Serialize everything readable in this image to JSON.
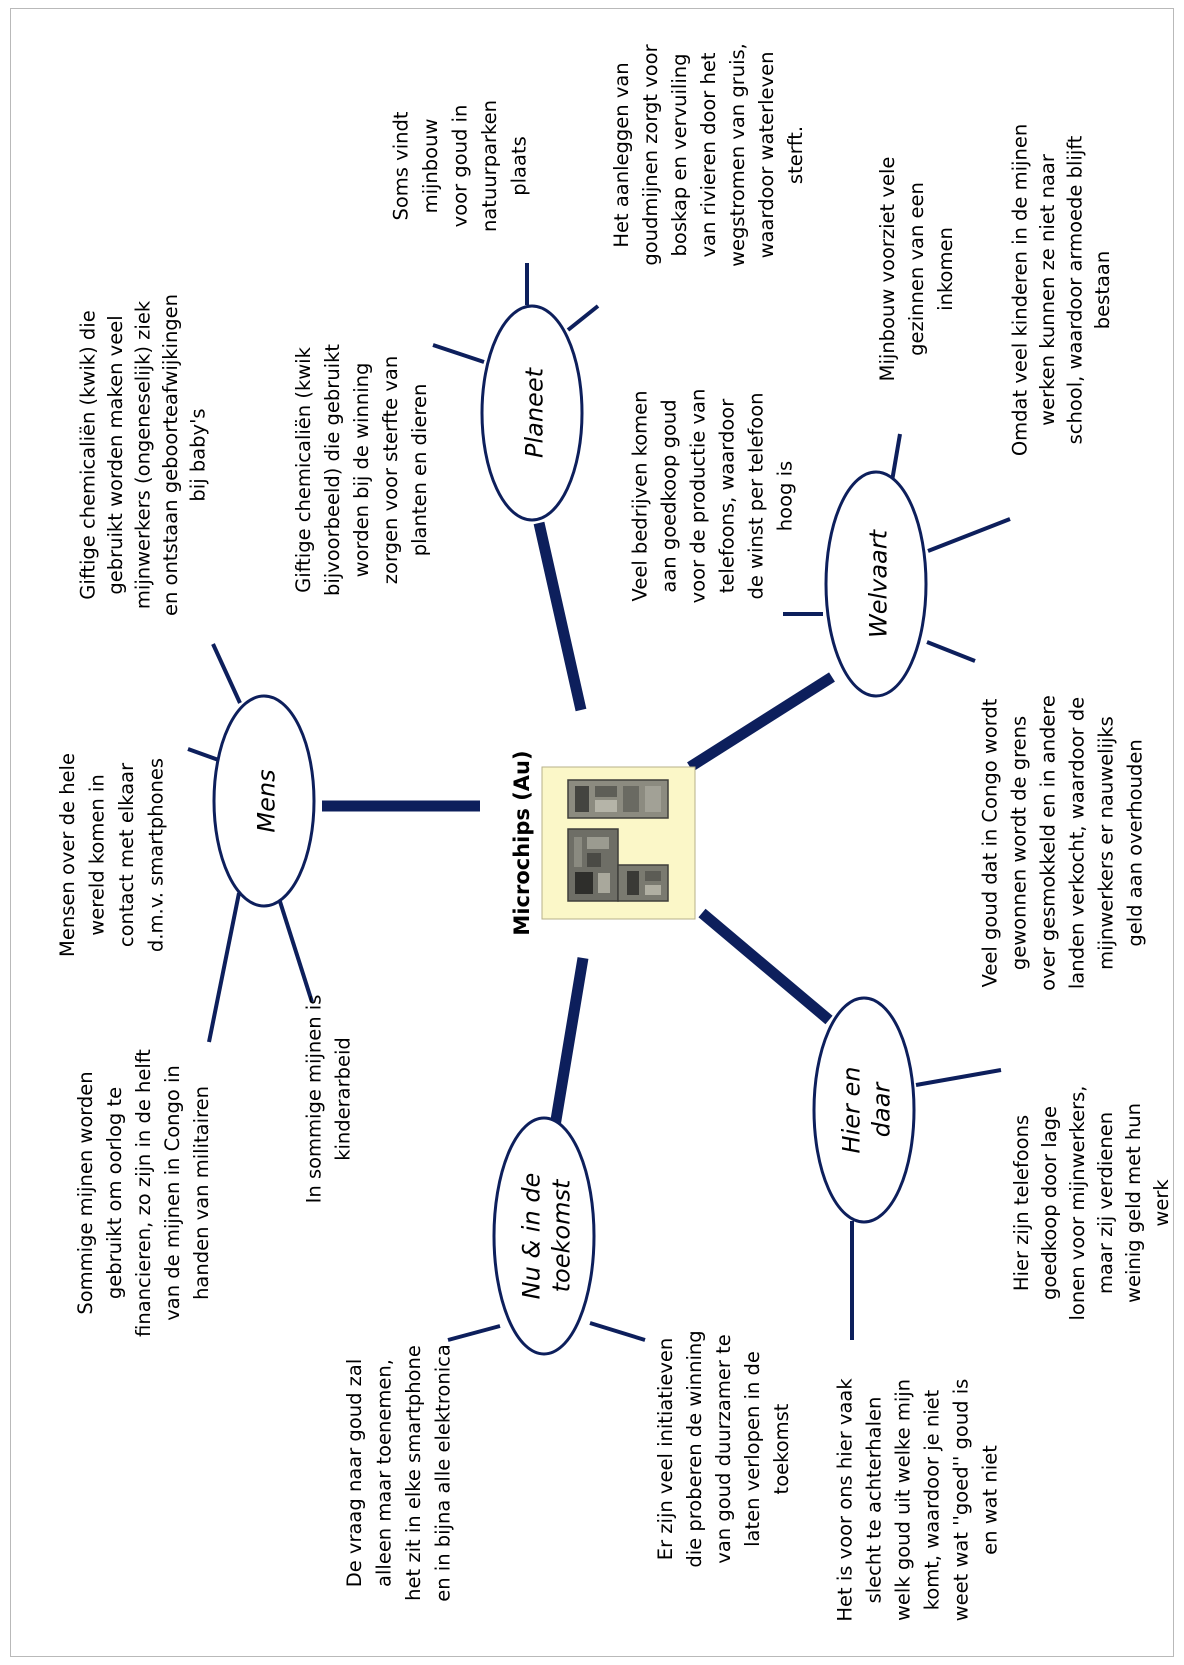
{
  "center": {
    "title": "Microchips (Au)",
    "image_icon": "circuit-board-icon"
  },
  "hubs": {
    "mens": [
      "Mens"
    ],
    "planeet": [
      "Planeet"
    ],
    "welvaart": [
      "Welvaart"
    ],
    "hier_en_daar": [
      "Hier en",
      "daar"
    ],
    "nu_toekomst": [
      "Nu & in de",
      "toekomst"
    ]
  },
  "notes": {
    "mens_contact": [
      "Mensen over de hele",
      "wereld komen in",
      "contact met elkaar",
      "d.m.v. smartphones"
    ],
    "mens_chemicalien": [
      "Giftige chemicaliën (kwik) die",
      "gebruikt worden maken veel",
      "mijnwerkers (ongeneselijk) ziek",
      "en ontstaan geboorteafwijkingen",
      "bij baby's"
    ],
    "mens_oorlog": [
      "Sommige mijnen worden",
      "gebruikt om oorlog te",
      "financieren, zo zijn in de helft",
      "van de mijnen in Congo in",
      "handen van militairen"
    ],
    "mens_kinderarbeid": [
      "In sommige mijnen is",
      "kinderarbeid"
    ],
    "planeet_chemicalien": [
      "Giftige chemicaliën (kwik",
      "bijvoorbeeld) die gebruikt",
      "worden bij de winning",
      "zorgen voor sterfte van",
      "planten en dieren"
    ],
    "planeet_natuurparken": [
      "Soms vindt",
      "mijnbouw",
      "voor goud in",
      "natuurparken",
      "plaats"
    ],
    "planeet_vervuiling": [
      "Het aanleggen van",
      "goudmijnen zorgt voor",
      "boskap en  vervuiling",
      "van rivieren door het",
      "wegstromen van gruis,",
      "waardoor waterleven",
      "sterft."
    ],
    "welvaart_winst": [
      "Veel bedrijven komen",
      "aan goedkoop goud",
      "voor de productie van",
      "telefoons, waardoor",
      "de winst per telefoon",
      "hoog is"
    ],
    "welvaart_inkomen": [
      "Mijnbouw voorziet vele",
      "gezinnen van een",
      "inkomen"
    ],
    "welvaart_armoede": [
      "Omdat veel kinderen in de mijnen",
      "werken kunnen ze niet naar",
      "school, waardoor armoede blijft",
      "bestaan"
    ],
    "welvaart_smokkel": [
      "Veel goud dat in Congo wordt",
      "gewonnen wordt de grens",
      "over gesmokkeld en in andere",
      "landen verkocht, waardoor de",
      "mijnwerkers er nauwelijks",
      "geld aan overhouden"
    ],
    "hier_lonen": [
      "Hier zijn telefoons",
      "goedkoop door lage",
      "lonen voor mijnwerkers,",
      "maar zij verdienen",
      "weinig geld met hun",
      "werk"
    ],
    "hier_achterhalen": [
      "Het is voor ons hier vaak",
      "slecht te achterhalen",
      "welk goud uit welke mijn",
      "komt, waardoor je niet",
      "weet wat ''goed'' goud is",
      "en wat niet"
    ],
    "nu_vraag": [
      "De vraag naar goud zal",
      "alleen maar toenemen,",
      "het zit in elke smartphone",
      "en in bijna alle elektronica"
    ],
    "nu_initiatieven": [
      "Er zijn veel initiatieven",
      "die proberen de winning",
      "van goud duurzamer te",
      "laten verlopen in de",
      "toekomst"
    ]
  },
  "colors": {
    "line": "#0d1f5c",
    "center_box": "#fbf7c8",
    "frame": "#b9b9b9"
  }
}
